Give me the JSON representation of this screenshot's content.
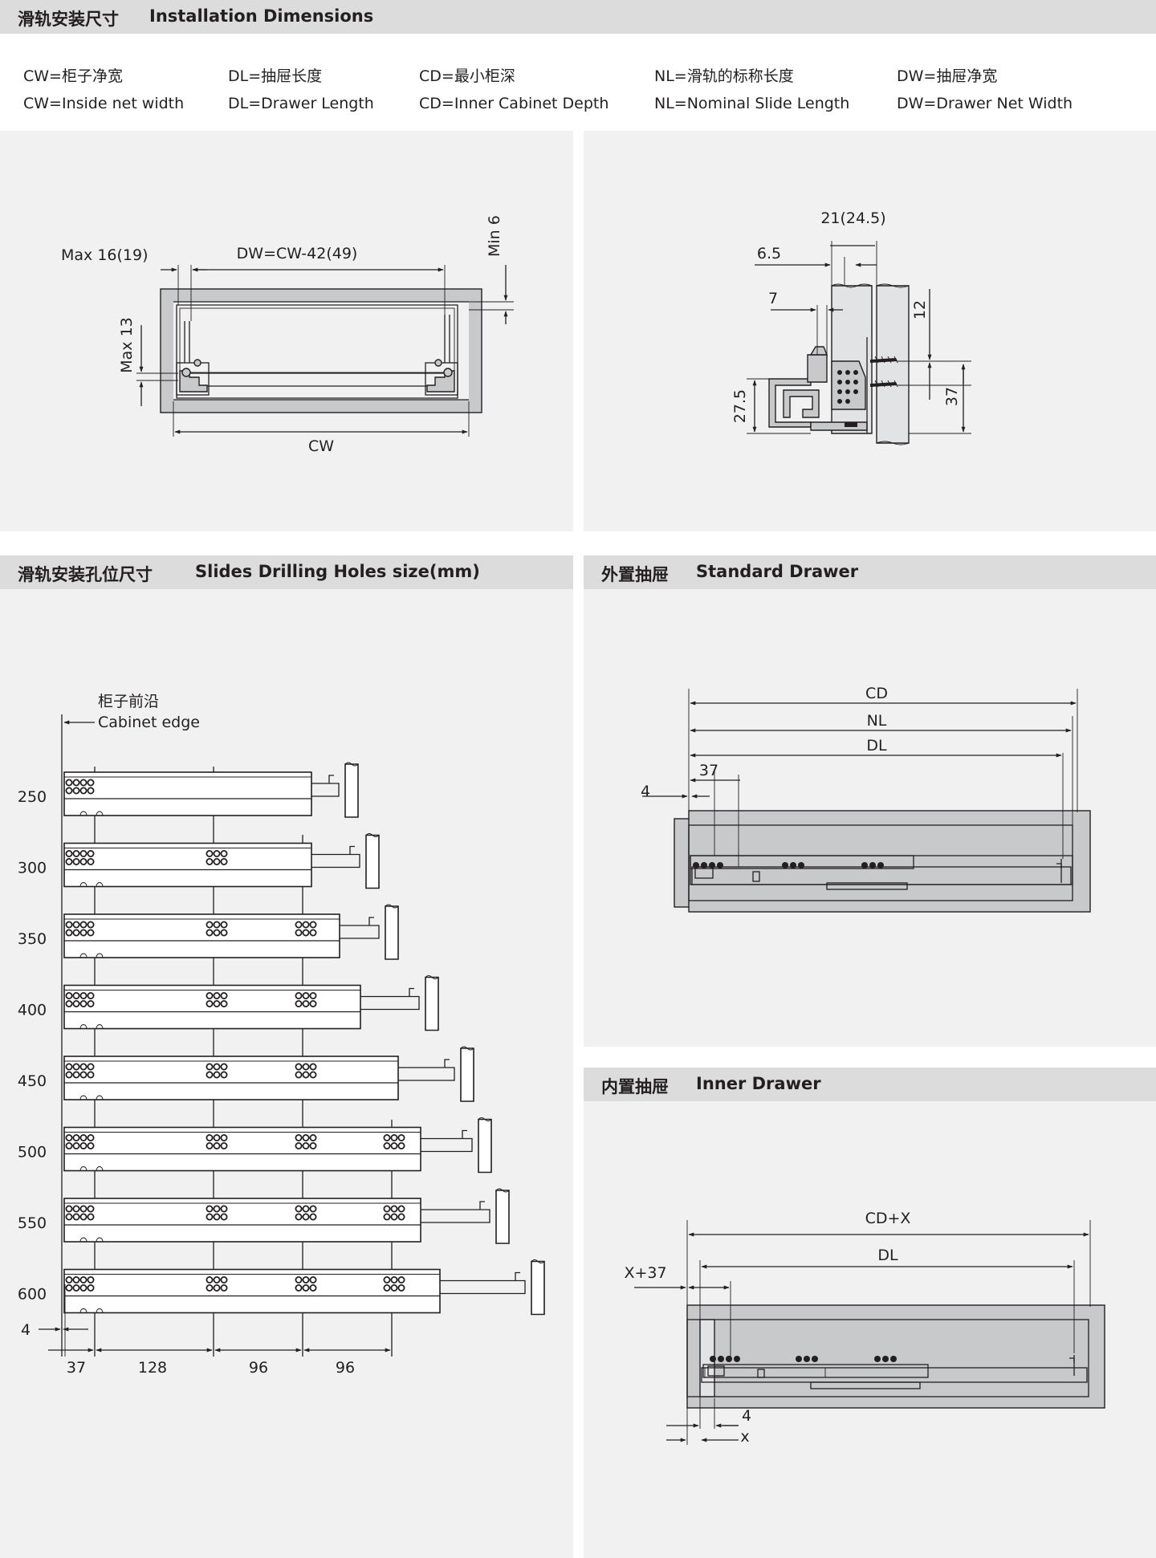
{
  "sections": {
    "installation": {
      "title_cn": "滑轨安装尺寸",
      "title_en": "Installation Dimensions"
    },
    "drilling": {
      "title_cn": "滑轨安装孔位尺寸",
      "title_en": "Slides Drilling Holes size(mm)"
    },
    "standard": {
      "title_cn": "外置抽屉",
      "title_en": "Standard Drawer"
    },
    "inner": {
      "title_cn": "内置抽屉",
      "title_en": "Inner Drawer"
    }
  },
  "legend": [
    {
      "cn": "CW=柜子净宽",
      "en": "CW=Inside net width"
    },
    {
      "cn": "DL=抽屉长度",
      "en": "DL=Drawer Length"
    },
    {
      "cn": "CD=最小柜深",
      "en": "CD=Inner Cabinet Depth"
    },
    {
      "cn": "NL=滑轨的标称长度",
      "en": "NL=Nominal Slide Length"
    },
    {
      "cn": "DW=抽屉净宽",
      "en": "DW=Drawer Net Width"
    }
  ],
  "front_view": {
    "max16": "Max 16(19)",
    "dw": "DW=CW-42(49)",
    "min6": "Min 6",
    "max13": "Max 13",
    "cw": "CW"
  },
  "side_view": {
    "w21": "21(24.5)",
    "d65": "6.5",
    "d7": "7",
    "d12": "12",
    "d275": "27.5",
    "d37": "37"
  },
  "drilling": {
    "edge_cn": "柜子前沿",
    "edge_en": "Cabinet edge",
    "lengths": [
      "250",
      "300",
      "350",
      "400",
      "450",
      "500",
      "550",
      "600"
    ],
    "offset_label": "4",
    "spacings": [
      "37",
      "128",
      "96",
      "96"
    ]
  },
  "standard_drawer": {
    "cd": "CD",
    "nl": "NL",
    "dl": "DL",
    "d37": "37",
    "d4": "4"
  },
  "inner_drawer": {
    "cdx": "CD+X",
    "dl": "DL",
    "x37": "X+37",
    "d4": "4",
    "x": "x"
  },
  "colors": {
    "band": "#dcdcdd",
    "panel": "#f1f1f2",
    "line": "#231f20",
    "part_gray": "#c8c9cb"
  }
}
